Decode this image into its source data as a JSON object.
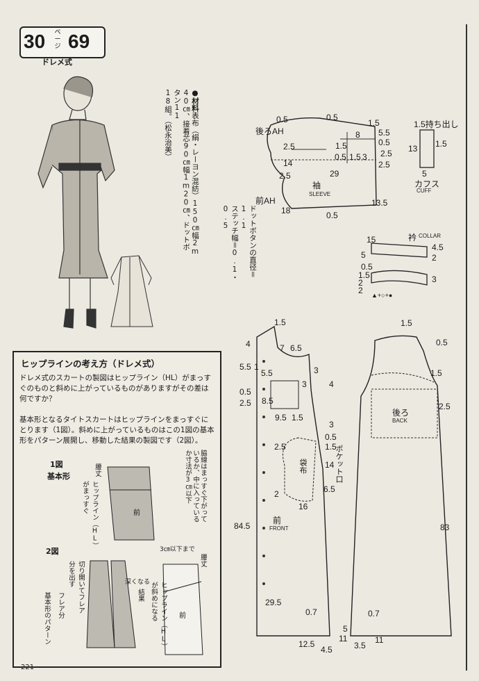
{
  "header": {
    "chapter": "30",
    "page_kana": "ページ",
    "page_num": "69",
    "subtitle": "ドレメ式"
  },
  "materials": {
    "title": "●材料",
    "line1": "表布（絹・レーヨン混紡）150㎝幅2m",
    "line2": "40㎝、接着芯90㎝幅1m20㎝、ドットボタン11",
    "line3": "18組。",
    "credit": "（松永治美）"
  },
  "dot_note": {
    "line1": "ドットボタンの直径＝1.1",
    "line2": "ステッチ幅＝0.1・0.5"
  },
  "sleeve": {
    "label_jp": "袖",
    "label_en": "SLEEVE",
    "back_ah": "後ろAH",
    "front_ah": "前AH",
    "nums": {
      "a": "0.5",
      "b": "0.5",
      "c": "1.5",
      "d": "2.5",
      "e": "8",
      "f": "1.5",
      "g": "5.5",
      "h": "0.5",
      "i": "2.5",
      "j": "2.5",
      "k": "0.5",
      "l": "1.5",
      "m": "3",
      "n": "14",
      "o": "2.5",
      "p": "29",
      "q": "13.5",
      "r": "18",
      "s": "0.5",
      "t": "0.5"
    }
  },
  "cuff": {
    "label_jp": "カフス",
    "label_en": "CUFF",
    "top_label": "1.5持ち出し",
    "n13": "13",
    "n15": "1.5",
    "n5": "5"
  },
  "collar": {
    "label_jp": "衿",
    "label_en": "COLLAR",
    "n15": "15",
    "n45": "4.5",
    "n5": "5",
    "n2a": "2",
    "n05": "0.5",
    "n15b": "1.5",
    "n2b": "2",
    "n2c": "2",
    "n3": "3",
    "formula": "▲+○+●"
  },
  "front": {
    "label_jp": "前",
    "label_en": "FRONT",
    "pocket_jp": "ポケット口",
    "bag_jp": "袋布",
    "nums": {
      "n15": "1.5",
      "n4": "4",
      "n7": "7",
      "n65": "6.5",
      "n55": "5.5",
      "n1": "1",
      "n3": "3",
      "n05": "0.5",
      "n55b": "5.5",
      "n3b": "3",
      "n4b": "4",
      "n25": "2.5",
      "n85": "8.5",
      "n95": "9.5",
      "n15c": "1.5",
      "n3c": "3",
      "n05b": "0.5",
      "n25b": "2.5",
      "n15d": "1.5",
      "n14": "14",
      "n65b": "6.5",
      "n16": "16",
      "n2": "2",
      "n845": "84.5",
      "n295": "29.5",
      "n07": "0.7",
      "n125": "12.5",
      "n45": "4.5",
      "n11": "11"
    }
  },
  "back": {
    "label_jp": "後ろ",
    "label_en": "BACK",
    "nums": {
      "n15": "1.5",
      "n05": "0.5",
      "n15b": "1.5",
      "n25": "2.5",
      "n83": "83",
      "n07": "0.7",
      "n5": "5",
      "n35": "3.5",
      "n11": "11"
    }
  },
  "hip": {
    "title": "ヒップラインの考え方（ドレメ式）",
    "p1": "ドレメ式のスカートの製図はヒップライン（HL）がまっすぐのものと斜めに上がっているものがありますがその差は何ですか？",
    "p2": "基本形となるタイトスカートはヒップラインをまっすぐにとります（1図）。斜めに上がっているものはこの1図の基本形をパターン展開し、移動した結果の製図です（2図）。",
    "fig1": "1図",
    "fig1_sub": "基本形",
    "fig2": "2図",
    "waist": "腰丈",
    "waist2": "腰丈",
    "hl_straight": "ヒップライン（HL）がまっすぐ",
    "side_note": "脇線はまっすぐ下がっているか、中に入っているか寸法が3㎝以下",
    "mae": "前",
    "mae2": "前",
    "under3": "3㎝以下まで",
    "cut_note": "切り開いてフレア分を出す",
    "flare": "フレア分",
    "base_pattern": "基本形のパターン",
    "fukaku": "深くなる",
    "hl_diag": "ヒップライン（HL）が斜めになる",
    "kekka": "結果"
  },
  "page_number": "221"
}
